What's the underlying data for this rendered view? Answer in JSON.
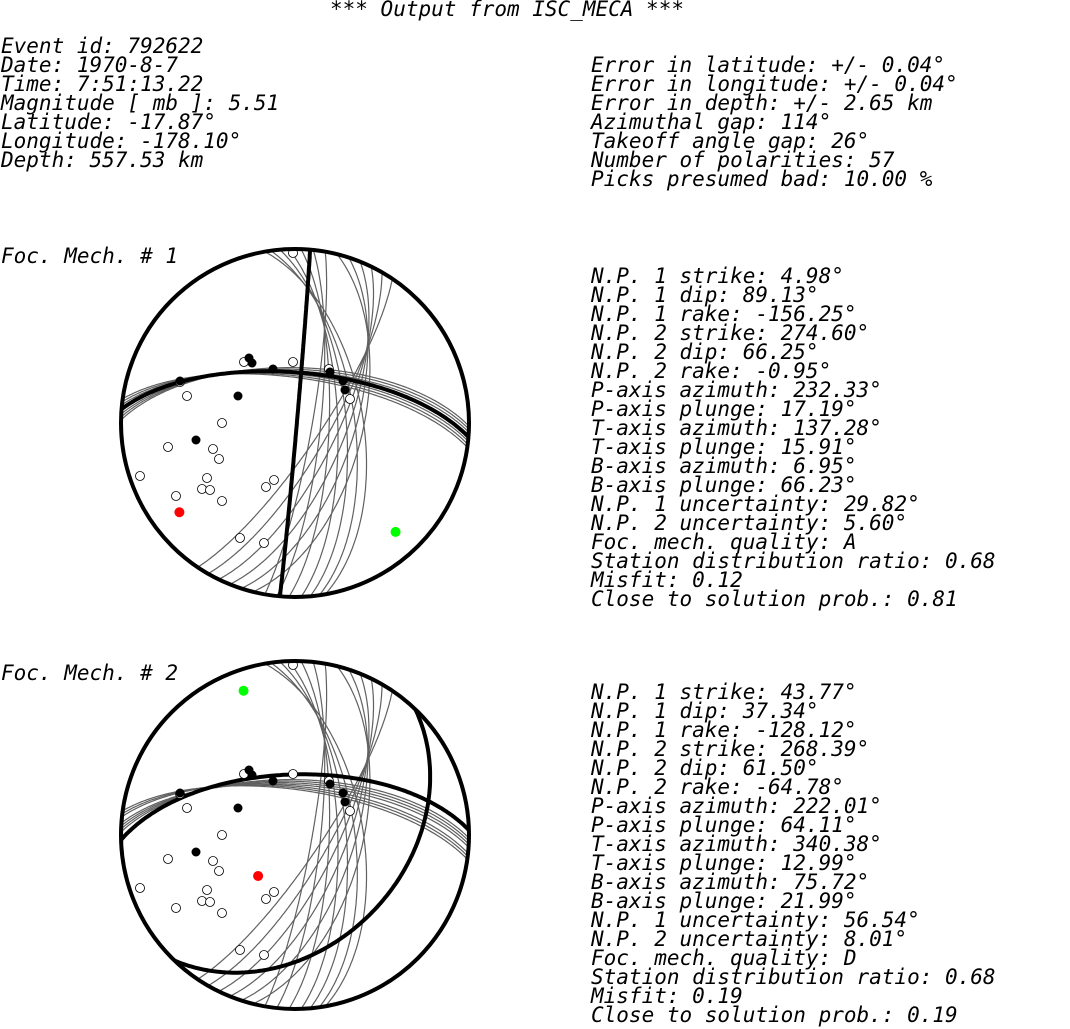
{
  "title": "*** Output from ISC_MECA ***",
  "event_info": [
    "Event id: 792622",
    "Date: 1970-8-7",
    "Time: 7:51:13.22",
    "Magnitude [ mb ]: 5.51",
    "Latitude: -17.87°",
    "Longitude: -178.10°",
    "Depth: 557.53 km"
  ],
  "error_info": [
    "Error in latitude: +/- 0.04°",
    "Error in longitude: +/- 0.04°",
    "Error in depth: +/- 2.65 km",
    "Azimuthal gap: 114°",
    "Takeoff angle gap: 26°",
    "Number of polarities: 57",
    "Picks presumed bad: 10.00 %"
  ],
  "colors": {
    "ink": "#000000",
    "trial_planes": "#606060",
    "p_axis": "#ff0000",
    "t_axis": "#00ff00",
    "dilatation_fill": "#ffffff",
    "compression_fill": "#000000"
  },
  "mechanisms": [
    {
      "label": "Foc. Mech. # 1",
      "params": [
        "N.P. 1 strike: 4.98°",
        "N.P. 1 dip: 89.13°",
        "N.P. 1 rake: -156.25°",
        "N.P. 2 strike: 274.60°",
        "N.P. 2 dip: 66.25°",
        "N.P. 2 rake: -0.95°",
        "P-axis azimuth: 232.33°",
        "P-axis plunge: 17.19°",
        "T-axis azimuth: 137.28°",
        "T-axis plunge: 15.91°",
        "B-axis azimuth: 6.95°",
        "B-axis plunge: 66.23°",
        "N.P. 1 uncertainty: 29.82°",
        "N.P. 2 uncertainty: 5.60°",
        "Foc. mech. quality: A",
        "Station distribution ratio: 0.68",
        "Misfit: 0.12",
        "Close to solution prob.: 0.81"
      ],
      "np1": {
        "strike": 4.98,
        "dip": 89.13
      },
      "np2": {
        "strike": 274.6,
        "dip": 66.25
      },
      "p_axis": {
        "azimuth": 232.33,
        "plunge": 17.19
      },
      "t_axis": {
        "azimuth": 137.28,
        "plunge": 15.91
      }
    },
    {
      "label": "Foc. Mech. # 2",
      "params": [
        "N.P. 1 strike: 43.77°",
        "N.P. 1 dip: 37.34°",
        "N.P. 1 rake: -128.12°",
        "N.P. 2 strike: 268.39°",
        "N.P. 2 dip: 61.50°",
        "N.P. 2 rake: -64.78°",
        "P-axis azimuth: 222.01°",
        "P-axis plunge: 64.11°",
        "T-axis azimuth: 340.38°",
        "T-axis plunge: 12.99°",
        "B-axis azimuth: 75.72°",
        "B-axis plunge: 21.99°",
        "N.P. 1 uncertainty: 56.54°",
        "N.P. 2 uncertainty: 8.01°",
        "Foc. mech. quality: D",
        "Station distribution ratio: 0.68",
        "Misfit: 0.19",
        "Close to solution prob.: 0.19"
      ],
      "np1": {
        "strike": 43.77,
        "dip": 37.34
      },
      "np2": {
        "strike": 268.39,
        "dip": 61.5
      },
      "p_axis": {
        "azimuth": 222.01,
        "plunge": 64.11
      },
      "t_axis": {
        "azimuth": 340.38,
        "plunge": 12.99
      }
    }
  ]
}
